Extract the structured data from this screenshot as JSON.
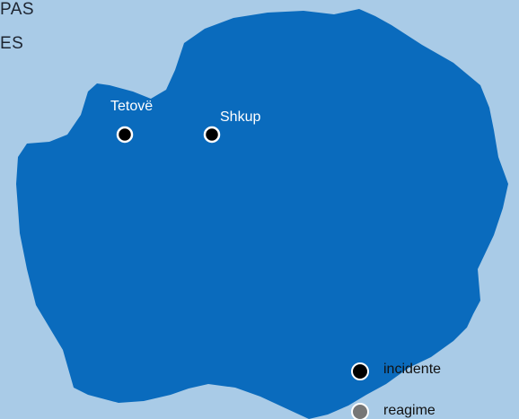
{
  "title": {
    "line1": "PAS",
    "line2": "ES"
  },
  "colors": {
    "background": "#a9cbe7",
    "territory": "#0a6bbd",
    "incident_marker": "#000000",
    "reaction_marker": "#777777",
    "marker_outline": "#ffffff"
  },
  "cities": [
    {
      "name": "Tetovë",
      "marker": "incidente"
    },
    {
      "name": "Shkup",
      "marker": "incidente"
    }
  ],
  "legend": {
    "items": [
      {
        "label": "incidente",
        "color": "#000000"
      },
      {
        "label": "reagime",
        "color": "#777777"
      }
    ]
  }
}
